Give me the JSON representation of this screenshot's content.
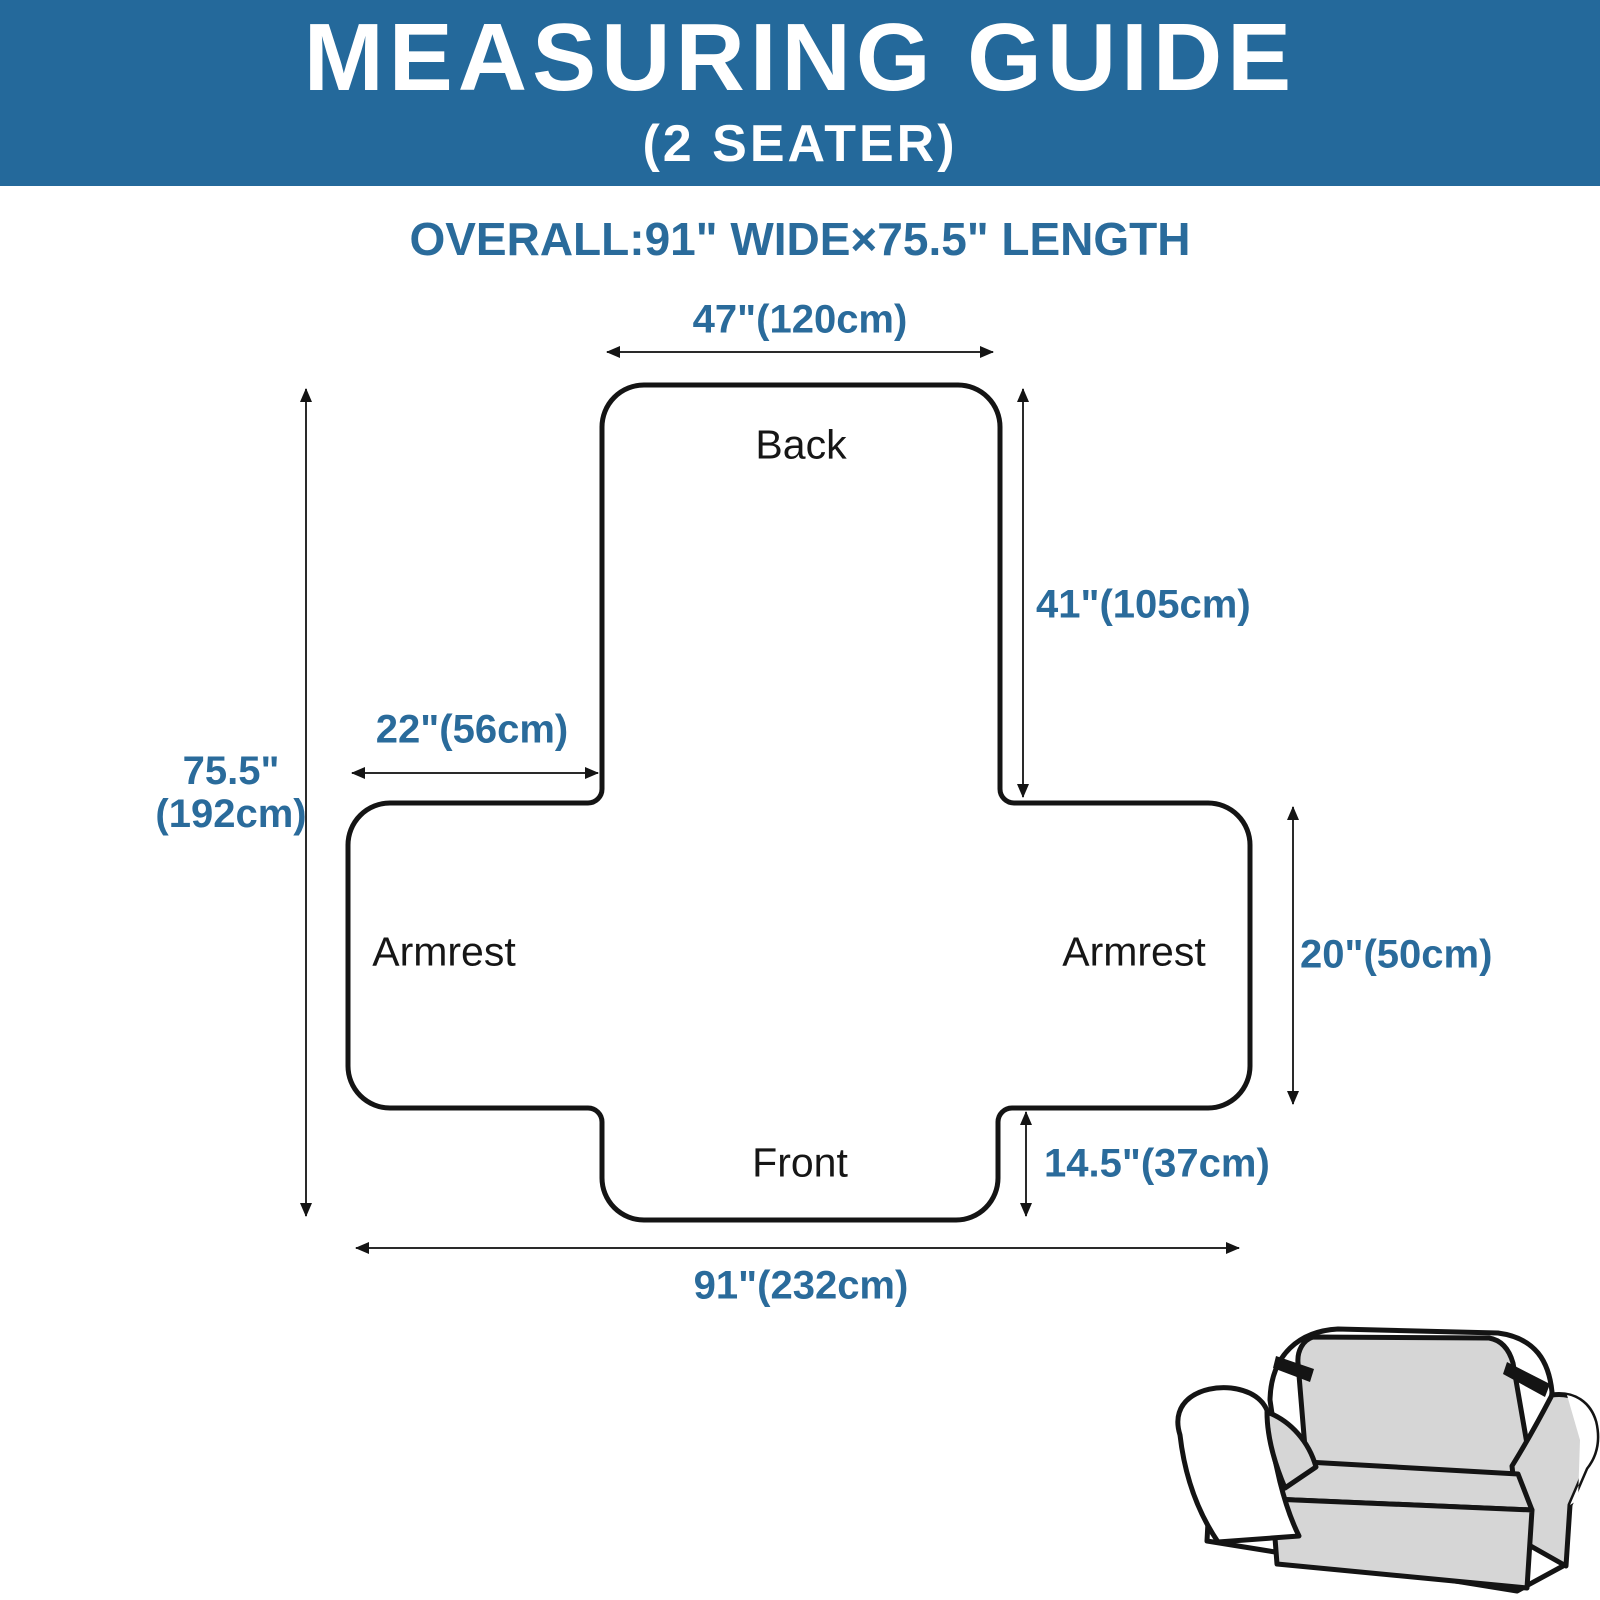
{
  "header": {
    "title": "MEASURING GUIDE",
    "subtitle": "(2 SEATER)",
    "background_color": "#24699b"
  },
  "overall": {
    "text": "OVERALL:91\" WIDE×75.5\" LENGTH"
  },
  "colors": {
    "accent_blue": "#2a6b9b",
    "outline_black": "#141414",
    "sofa_cover_gray": "#d6d6d6"
  },
  "diagram": {
    "sections": {
      "back": "Back",
      "front": "Front",
      "armrest_left": "Armrest",
      "armrest_right": "Armrest"
    },
    "dimensions": {
      "back_width": "47\"(120cm)",
      "back_height": "41\"(105cm)",
      "armrest_width": "22\"(56cm)",
      "overall_length_line1": "75.5\"",
      "overall_length_line2": "(192cm)",
      "armrest_height": "20\"(50cm)",
      "front_height": "14.5\"(37cm)",
      "overall_width": "91\"(232cm)"
    }
  },
  "illustration": {
    "name": "loveseat-sofa-with-cover"
  }
}
